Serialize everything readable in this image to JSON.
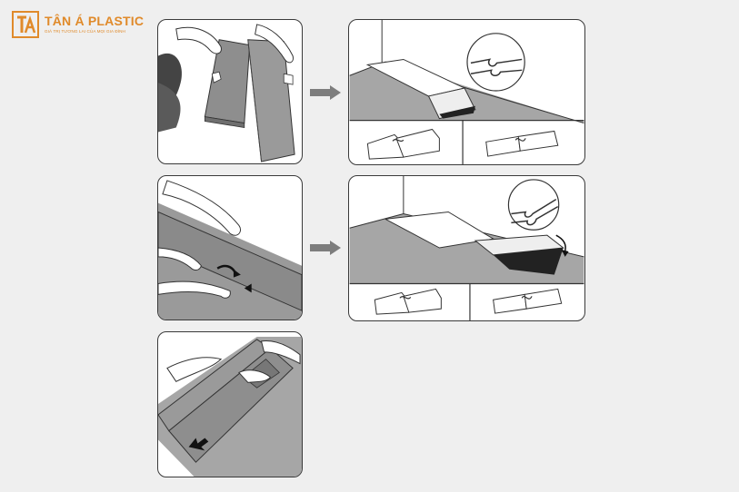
{
  "logo": {
    "brand": "TÂN Á PLASTIC",
    "tagline": "GIÁ TRỊ TƯƠNG LAI CỦA MỌI GIA ĐÌNH",
    "color": "#e08a2a"
  },
  "colors": {
    "floor": "#a6a6a6",
    "board": "#8e8e8e",
    "outline": "#3a3a3a",
    "arrow": "#7d7d7d"
  },
  "steps": [
    {
      "id": "step-1",
      "content": "two-planks-held"
    },
    {
      "id": "step-2",
      "content": "plank-row-at-wall-with-joint-detail"
    },
    {
      "id": "step-3",
      "content": "angle-plank-into-row"
    },
    {
      "id": "step-4",
      "content": "angled-plank-click-detail"
    },
    {
      "id": "step-5",
      "content": "slide-plank-along-row"
    }
  ]
}
